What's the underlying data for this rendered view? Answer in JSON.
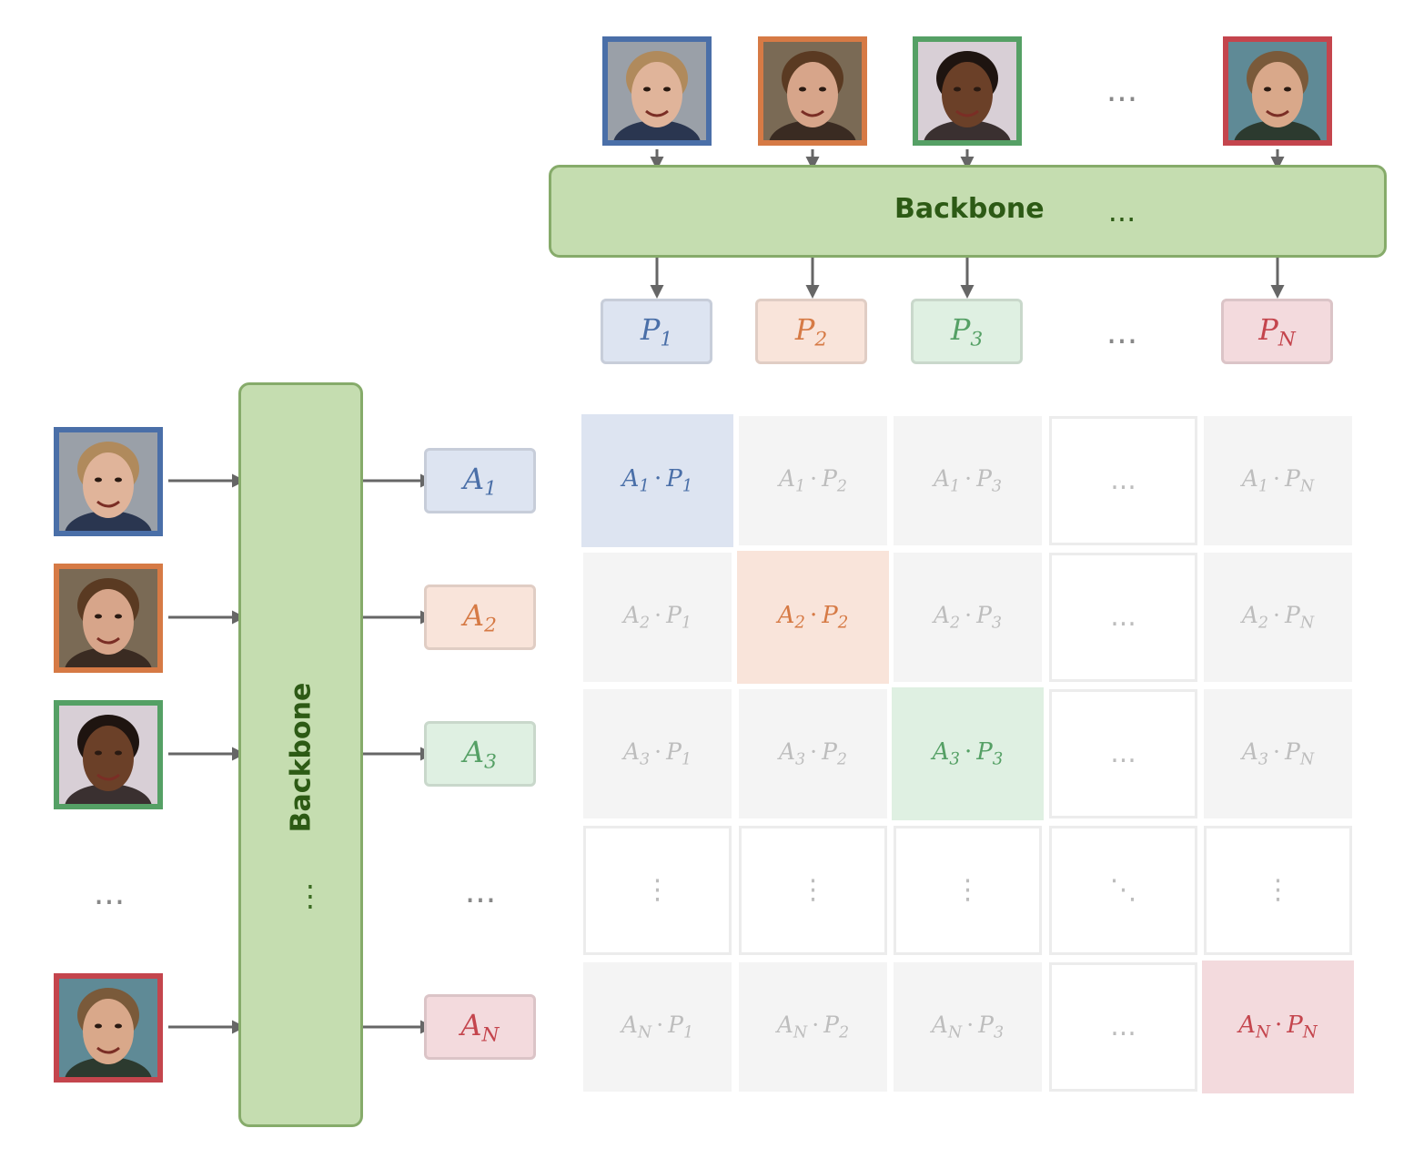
{
  "colors": {
    "blue": "#4a6fa8",
    "orange": "#d67a45",
    "green": "#55a065",
    "red": "#c4454d"
  },
  "fills": {
    "blue": "#dde4f1",
    "orange": "#f9e4da",
    "green": "#dff0e2",
    "red": "#f3dadd"
  },
  "top_images": [
    "face-blue",
    "face-orange",
    "face-green",
    "face-red"
  ],
  "left_images": [
    "face-blue",
    "face-orange",
    "face-green",
    "face-red"
  ],
  "backbone_top_label": "Backbone",
  "backbone_left_label": "Backbone",
  "ellipsis": "...",
  "vertical_ellipsis": "⋮",
  "diagonal_ellipsis": "⋱",
  "p_embeddings": [
    {
      "base": "P",
      "sub": "1"
    },
    {
      "base": "P",
      "sub": "2"
    },
    {
      "base": "P",
      "sub": "3"
    },
    {
      "base": "P",
      "sub": "N"
    }
  ],
  "a_embeddings": [
    {
      "base": "A",
      "sub": "1"
    },
    {
      "base": "A",
      "sub": "2"
    },
    {
      "base": "A",
      "sub": "3"
    },
    {
      "base": "A",
      "sub": "N"
    }
  ],
  "dot_symbol": "·"
}
